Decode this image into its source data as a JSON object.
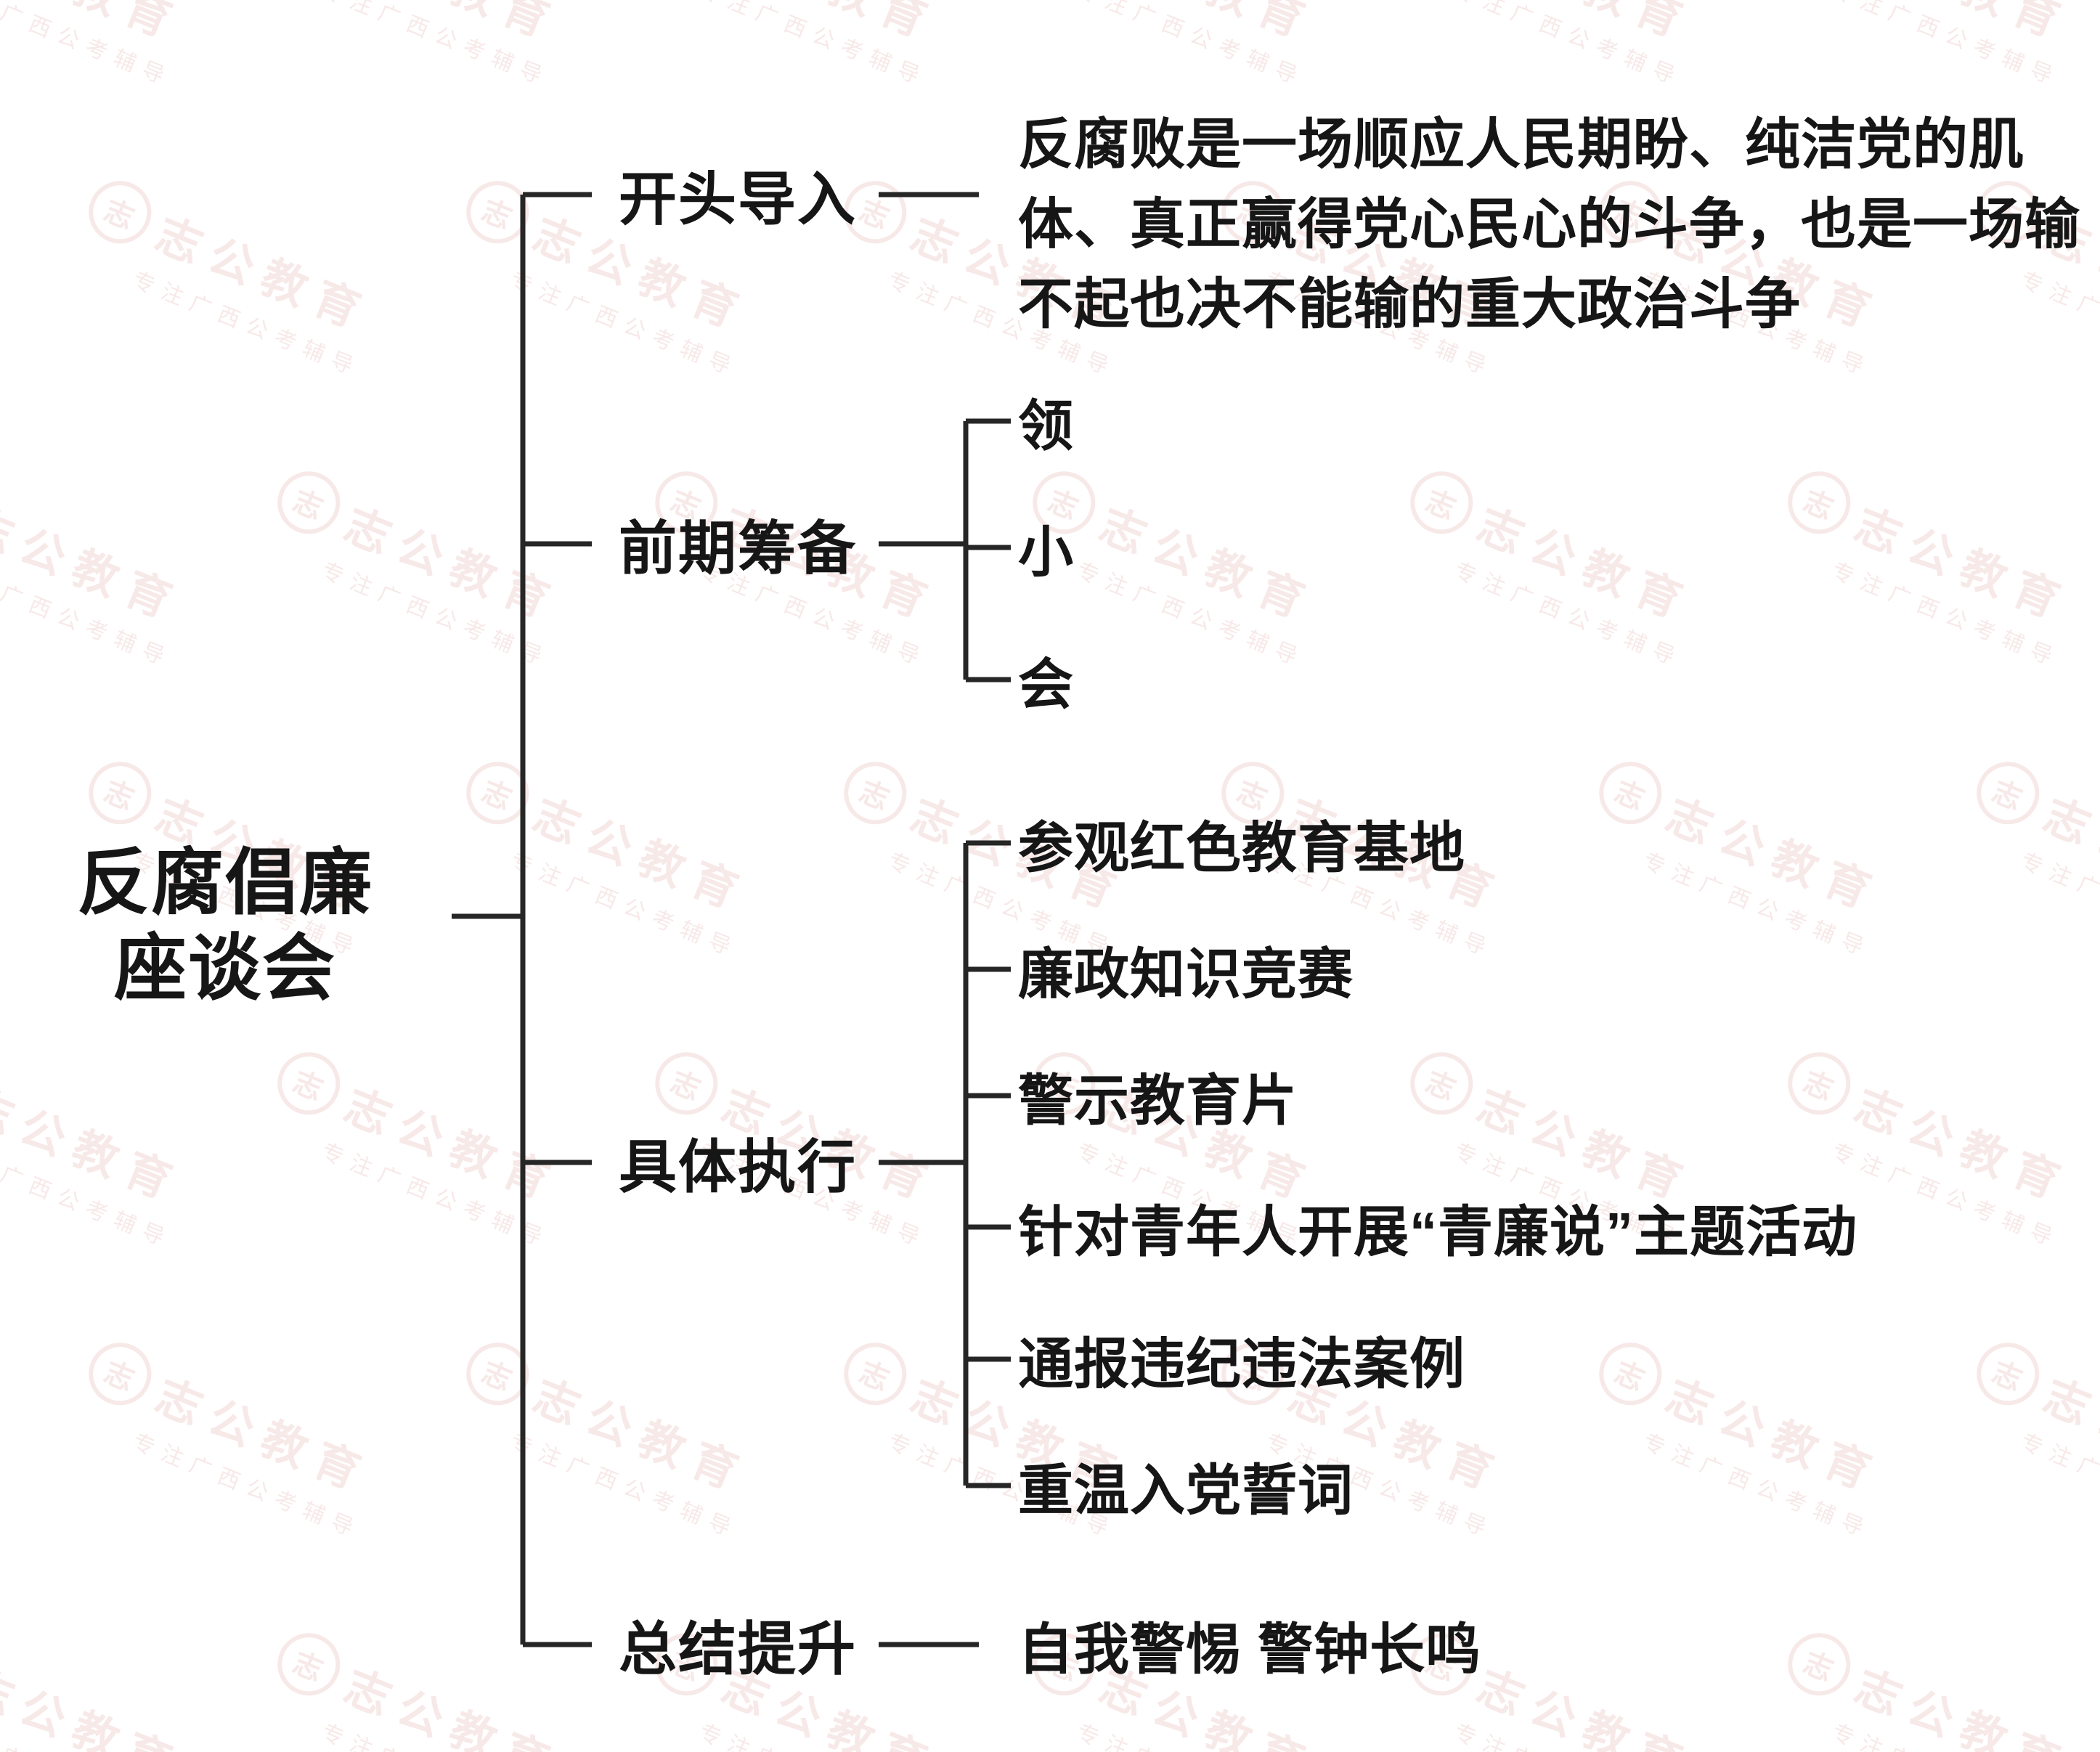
{
  "page": {
    "background": "#ffffff"
  },
  "watermark": {
    "brand": "志公教育",
    "tagline": "专注广西公考辅导",
    "logo_char": "志",
    "color": "rgba(196,84,80,0.13)"
  },
  "tree": {
    "root": {
      "line1": "反腐倡廉",
      "line2": "座谈会"
    },
    "branches": [
      {
        "label": "开头导入",
        "children": [
          {
            "label": "反腐败是一场顺应人民期盼、纯洁党的肌体、真正赢得党心民心的斗争，也是一场输不起也决不能输的重大政治斗争"
          }
        ]
      },
      {
        "label": "前期筹备",
        "children": [
          {
            "label": "领"
          },
          {
            "label": "小"
          },
          {
            "label": "会"
          }
        ]
      },
      {
        "label": "具体执行",
        "children": [
          {
            "label": "参观红色教育基地"
          },
          {
            "label": "廉政知识竞赛"
          },
          {
            "label": "警示教育片"
          },
          {
            "label": "针对青年人开展“青廉说”主题活动"
          },
          {
            "label": "通报违纪违法案例"
          },
          {
            "label": "重温入党誓词"
          }
        ]
      },
      {
        "label": "总结提升",
        "children": [
          {
            "label": "自我警惕  警钟长鸣"
          }
        ]
      }
    ]
  }
}
